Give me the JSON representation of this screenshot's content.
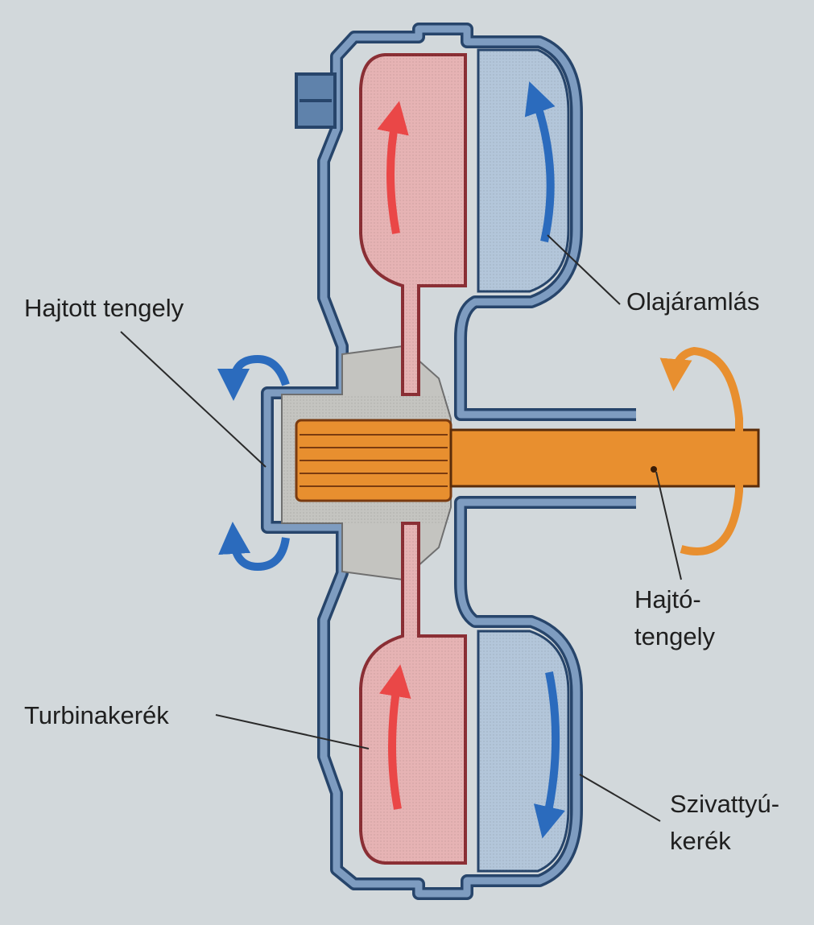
{
  "labels": {
    "driven_shaft": "Hajtott tengely",
    "oil_flow": "Olajáramlás",
    "drive_shaft_line1": "Hajtó-",
    "drive_shaft_line2": "tengely",
    "turbine_wheel": "Turbinakerék",
    "pump_wheel_line1": "Szivattyú-",
    "pump_wheel_line2": "kerék"
  },
  "icons": {
    "turbine_flow_arrows": "arrow-red",
    "pump_flow_arrows": "arrow-blue",
    "output_rotation": "rotation-blue",
    "input_rotation": "rotation-orange"
  },
  "colors": {
    "background": "#d2d8db",
    "casing_outline": "#27456b",
    "casing_fill": "#5f82ab",
    "turbine_fill": "#e6b3b4",
    "turbine_arrow": "#ea4747",
    "pump_fill": "#b3c6da",
    "pump_arrow": "#2b6bbd",
    "shaft_orange": "#e88f2f",
    "hub_grey": "#c4c4c0",
    "label_text": "#1f1f1f"
  }
}
